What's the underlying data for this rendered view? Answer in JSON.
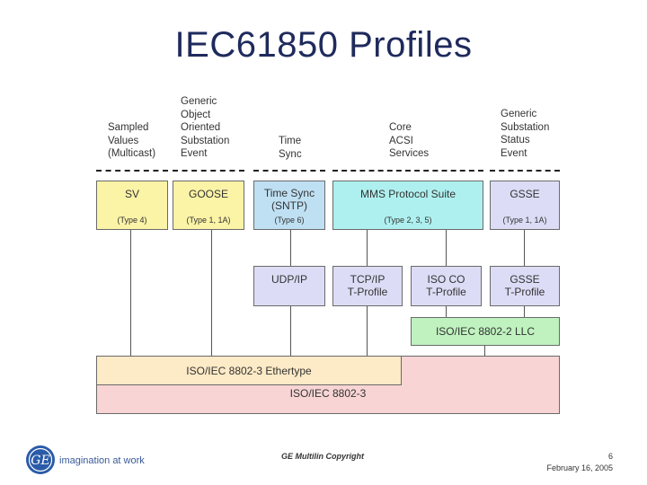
{
  "title": "IEC61850 Profiles",
  "headers": {
    "sv": "Sampled\nValues\n(Multicast)",
    "goose": "Generic\nObject\nOriented\nSubstation\nEvent",
    "timesync": "Time\nSync",
    "core": "Core\nACSI\nServices",
    "gsse": "Generic\nSubstation\nStatus\nEvent"
  },
  "boxes": {
    "sv": {
      "name": "SV",
      "type": "(Type 4)"
    },
    "goose": {
      "name": "GOOSE",
      "type": "(Type 1, 1A)"
    },
    "timesync": {
      "name": "Time Sync\n(SNTP)",
      "type": "(Type 6)"
    },
    "mms": {
      "name": "MMS Protocol Suite",
      "type": "(Type 2, 3, 5)"
    },
    "gsse": {
      "name": "GSSE",
      "type": "(Type 1, 1A)"
    },
    "udpip": {
      "name": "UDP/IP"
    },
    "tcpip": {
      "name": "TCP/IP\nT-Profile"
    },
    "isoco": {
      "name": "ISO CO\nT-Profile"
    },
    "gsse_t": {
      "name": "GSSE\nT-Profile"
    },
    "llc": {
      "name": "ISO/IEC 8802-2 LLC"
    },
    "ethertype": {
      "name": "ISO/IEC 8802-3 Ethertype"
    },
    "iec8802_3": {
      "name": "ISO/IEC 8802-3"
    }
  },
  "colors": {
    "yellow": "#fbf3a6",
    "blue": "#bfe0f3",
    "cyan": "#aef0ef",
    "lavender": "#dcdcf6",
    "white": "#ffffff",
    "green": "#bff2bf",
    "orange": "#fdeac6",
    "pink": "#f8d4d4",
    "title": "#1f2a5c",
    "ge_logo": "#2a5ba8"
  },
  "footer": {
    "logo_text": "imagination at work",
    "copyright": "GE Multilin Copyright",
    "page": "6",
    "date": "February 16, 2005"
  }
}
